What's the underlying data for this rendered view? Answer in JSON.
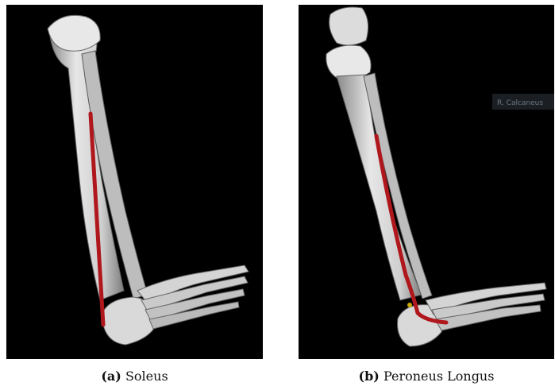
{
  "figure": {
    "panels": [
      {
        "letter": "(a)",
        "name": "Soleus"
      },
      {
        "letter": "(b)",
        "name": "Peroneus Longus",
        "overlay_label": "R. Calcaneus"
      }
    ]
  },
  "colors": {
    "background": "#000000",
    "bone": "#d9d9d9",
    "bone_shadow": "#8c8c8c",
    "muscle": "#b0171c"
  }
}
